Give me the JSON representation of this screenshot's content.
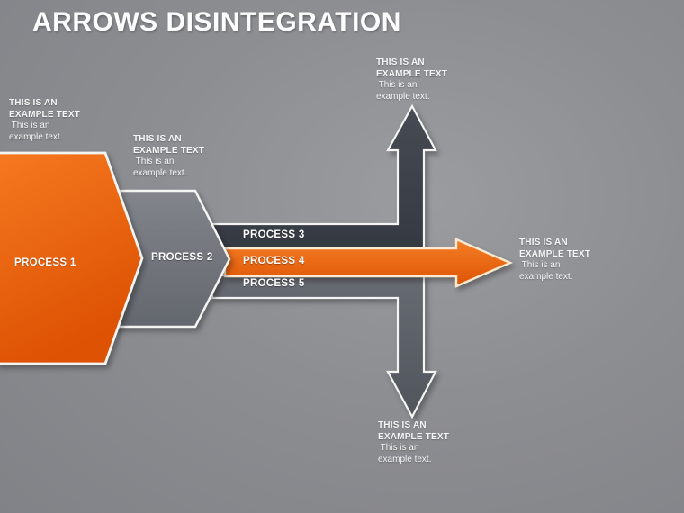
{
  "title": "ARROWS DISINTEGRATION",
  "note": {
    "line1": "THIS IS AN",
    "line2": "EXAMPLE TEXT",
    "line3": " This is an",
    "line4": "example text."
  },
  "processes": {
    "p1": "PROCESS 1",
    "p2": "PROCESS 2",
    "p3": "PROCESS 3",
    "p4": "PROCESS 4",
    "p5": "PROCESS 5"
  },
  "colors": {
    "background": "#8d8e92",
    "title_text": "#fdfdfd",
    "note_text": "#f5f5f5",
    "process1_orange_light": "#f5781f",
    "process1_orange_dark": "#dd5203",
    "process2_gray_light": "#82858b",
    "process2_gray_dark": "#63676e",
    "process3_charcoal_light": "#474b53",
    "process3_charcoal_dark": "#353942",
    "process4_orange_light": "#f47d25",
    "process4_orange_dark": "#de5404",
    "process5_slate_light": "#676b72",
    "process5_slate_dark": "#50545b",
    "outline_white": "#f4f4f2",
    "outline_cream": "#fbe9d2"
  }
}
